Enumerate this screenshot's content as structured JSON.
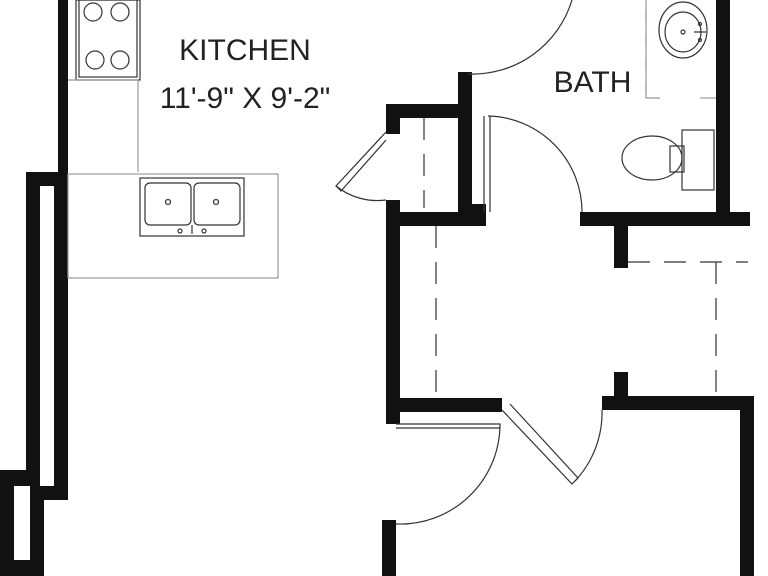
{
  "rooms": {
    "kitchen": {
      "name": "KITCHEN",
      "dimensions": "11'-9\" X 9'-2\""
    },
    "bath": {
      "name": "BATH"
    }
  },
  "colors": {
    "wall": "#111111",
    "line": "#333333",
    "light_line": "#999999",
    "background": "#ffffff"
  }
}
